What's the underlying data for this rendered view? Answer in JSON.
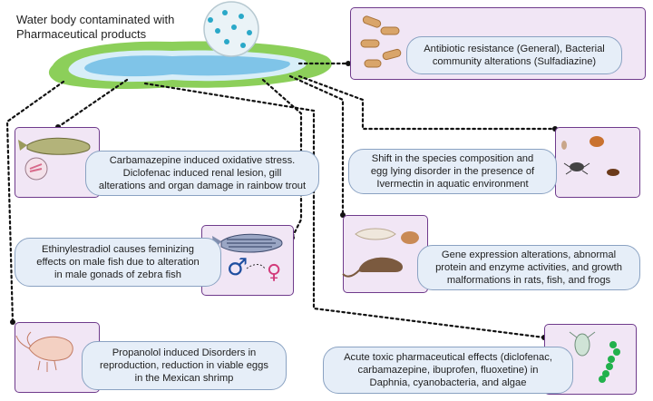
{
  "header": {
    "line1": "Water body contaminated with",
    "line2": "Pharmaceutical products"
  },
  "effects": [
    {
      "id": "antibiotic",
      "lines": [
        "Antibiotic resistance (General), Bacterial",
        "community alterations (Sulfadiazine)"
      ]
    },
    {
      "id": "carbamazepine",
      "lines": [
        "Carbamazepine induced oxidative stress.",
        "Diclofenac induced  renal lesion, gill",
        "alterations and organ damage in rainbow trout"
      ]
    },
    {
      "id": "ivermectin",
      "lines": [
        "Shift in the species composition and",
        "egg lying disorder in the presence of",
        "Ivermectin in aquatic environment"
      ]
    },
    {
      "id": "ethinylestradiol",
      "lines": [
        "Ethinylestradiol causes feminizing",
        "effects on male fish due to alteration",
        "in male gonads of zebra fish"
      ]
    },
    {
      "id": "gene-expression",
      "lines": [
        "Gene expression alterations, abnormal",
        "protein and enzyme activities, and growth",
        "malformations in rats, fish, and frogs"
      ]
    },
    {
      "id": "propanolol",
      "lines": [
        "Propanolol induced Disorders in",
        "reproduction, reduction in viable eggs",
        "in the Mexican shrimp"
      ]
    },
    {
      "id": "acute-toxic",
      "lines": [
        "Acute toxic pharmaceutical effects (diclofenac,",
        "carbamazepine, ibuprofen, fluoxetine) in",
        "Daphnia, cyanobacteria, and algae"
      ]
    }
  ],
  "gender_symbols": {
    "male": "♂",
    "female": "♀"
  },
  "colors": {
    "box_fill": "#f1e6f5",
    "box_border": "#6f3b8c",
    "bubble_fill": "#e6eef8",
    "water": "#7fc4e8",
    "grass": "#8ccf5a"
  }
}
